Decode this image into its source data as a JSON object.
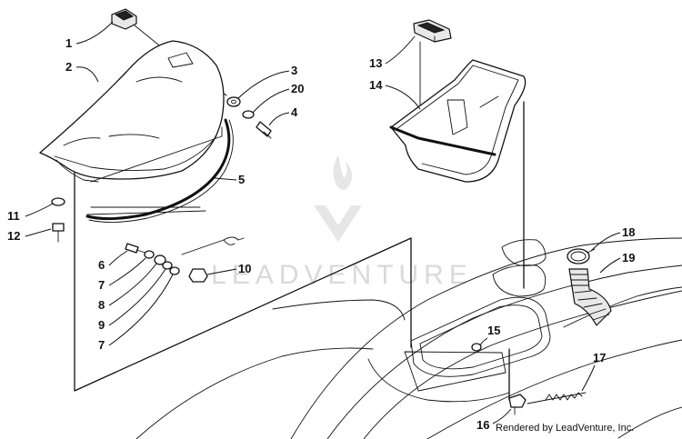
{
  "watermark": {
    "text": "LEADVENTURE"
  },
  "credit": "Rendered by LeadVenture, Inc.",
  "callouts": [
    "1",
    "2",
    "3",
    "20",
    "4",
    "5",
    "11",
    "12",
    "6",
    "7",
    "8",
    "9",
    "7",
    "10",
    "13",
    "14",
    "18",
    "19",
    "15",
    "17",
    "16"
  ]
}
